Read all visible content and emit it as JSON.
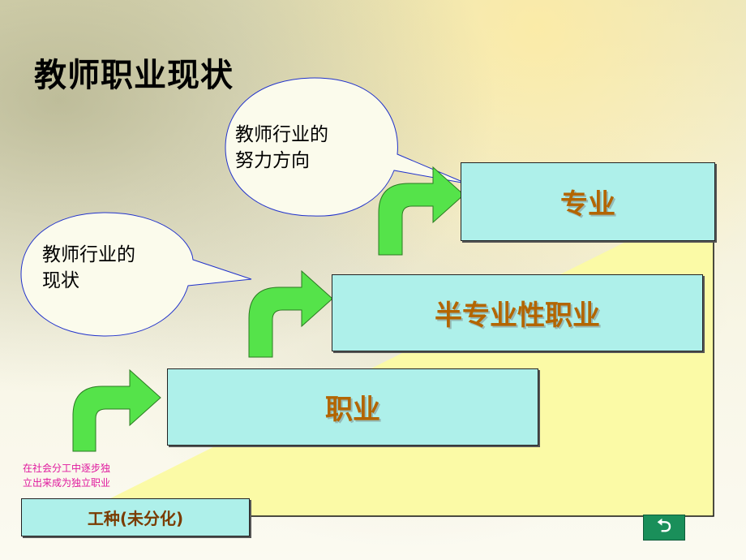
{
  "title": "教师职业现状",
  "bubbles": [
    {
      "line1": "教师行业的",
      "line2": "努力方向"
    },
    {
      "line1": "教师行业的",
      "line2": "现状"
    }
  ],
  "levels": {
    "base": "工种(未分化)",
    "level1": "职业",
    "level2": "半专业性职业",
    "level3": "专业"
  },
  "note": {
    "line1": "在社会分工中逐步独",
    "line2": "立出来成为独立职业"
  },
  "nav": {
    "return_glyph": "⮌"
  },
  "colors": {
    "box_fill": "#aef0ea",
    "label_orange": "#b36500",
    "arrow_green": "#55e34a",
    "ramp_yellow": "#fbfaa6",
    "note_magenta": "#e0189e"
  }
}
